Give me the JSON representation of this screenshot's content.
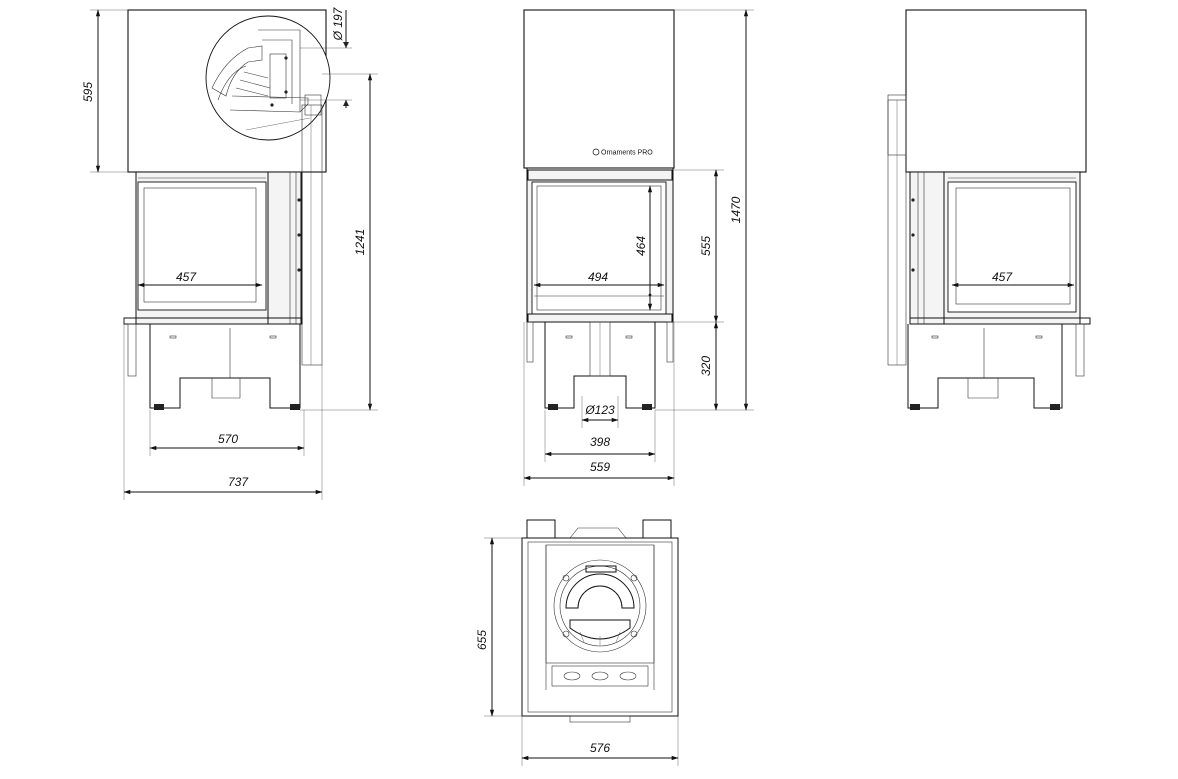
{
  "product": {
    "logo_text": "Ornaments PRO"
  },
  "dimensions": {
    "side_left": {
      "hood_height": "595",
      "flue_diameter": "Ø 197",
      "total_height_side": "1241",
      "glass_width": "457",
      "base_width": "570",
      "overall_depth": "737"
    },
    "front": {
      "glass_height": "464",
      "door_height": "555",
      "total_height": "1470",
      "glass_width": "494",
      "base_height": "320",
      "air_inlet_diameter": "Ø123",
      "base_width": "398",
      "overall_width": "559"
    },
    "side_right": {
      "glass_width": "457"
    },
    "top": {
      "depth": "655",
      "width": "576"
    }
  },
  "colors": {
    "line": "#111111",
    "body_fill": "#f4f4f4",
    "background": "#ffffff"
  }
}
